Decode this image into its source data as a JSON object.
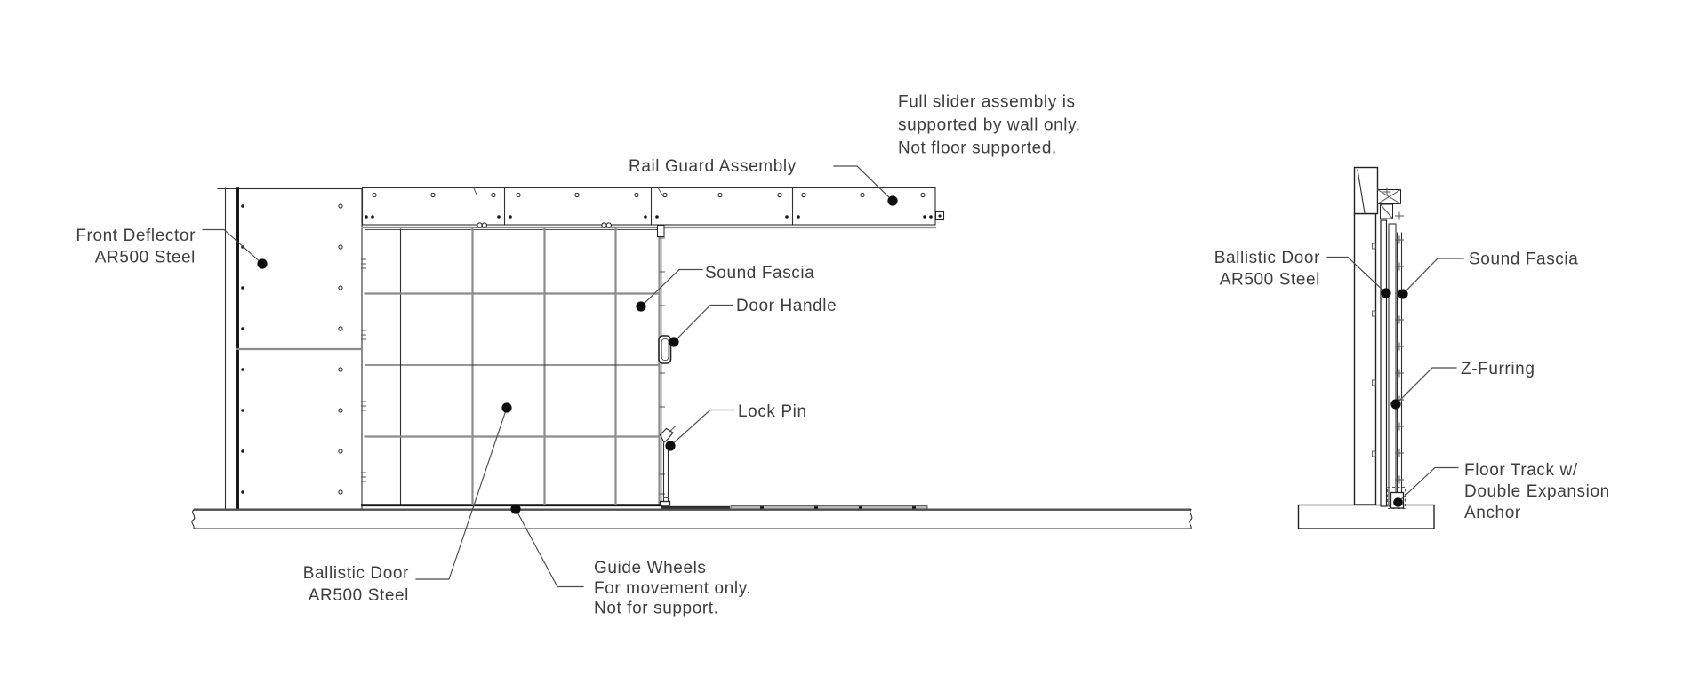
{
  "colors": {
    "background": "#ffffff",
    "line_dark": "#2e2e2e",
    "line_gray": "#8c8c8c",
    "leader": "#4a4a4a",
    "text": "#3d3d3d",
    "dot": "#0d0d0d"
  },
  "note": {
    "line1": "Full slider assembly is",
    "line2": "supported by wall only.",
    "line3": "Not floor supported."
  },
  "front_view": {
    "labels": {
      "front_deflector_line1": "Front Deflector",
      "front_deflector_line2": "AR500 Steel",
      "rail_guard": "Rail Guard Assembly",
      "sound_fascia": "Sound Fascia",
      "door_handle": "Door Handle",
      "lock_pin": "Lock Pin",
      "ballistic_door_line1": "Ballistic Door",
      "ballistic_door_line2": "AR500 Steel",
      "guide_wheels_line1": "Guide Wheels",
      "guide_wheels_line2": "For movement only.",
      "guide_wheels_line3": "Not for support."
    }
  },
  "section_view": {
    "labels": {
      "ballistic_door_line1": "Ballistic Door",
      "ballistic_door_line2": "AR500 Steel",
      "sound_fascia": "Sound Fascia",
      "z_furring": "Z-Furring",
      "floor_track_line1": "Floor Track w/",
      "floor_track_line2": "Double Expansion",
      "floor_track_line3": "Anchor"
    }
  }
}
